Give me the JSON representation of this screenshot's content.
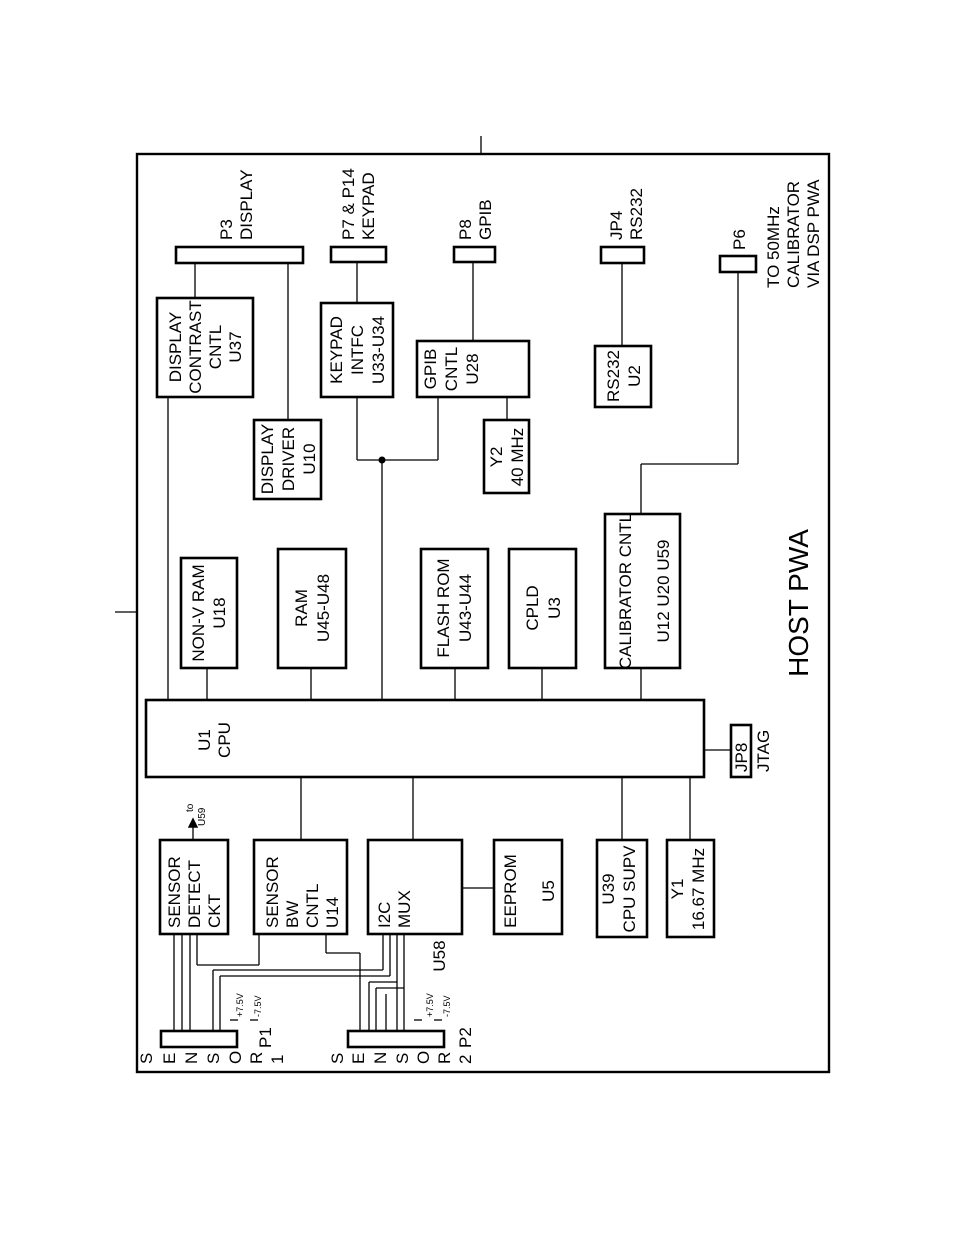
{
  "title": "HOST PWA",
  "blocks": {
    "cpu": [
      "U1",
      "CPU"
    ],
    "nonv_ram": [
      "NON-V RAM",
      "U18"
    ],
    "ram": [
      "RAM",
      "U45-U48"
    ],
    "flash_rom": [
      "FLASH ROM",
      "U43-U44"
    ],
    "cpld": [
      "CPLD",
      "U3"
    ],
    "calibrator_cntl": [
      "CALIBRATOR CNTL",
      "U12 U20 U59"
    ],
    "display_contrast": [
      "DISPLAY",
      "CONTRAST",
      "CNTL",
      "U37"
    ],
    "display_driver": [
      "DISPLAY",
      "DRIVER",
      "U10"
    ],
    "keypad_intfc": [
      "KEYPAD",
      "INTFC",
      "U33-U34"
    ],
    "gpib_cntl": [
      "GPIB",
      "CNTL",
      "U28"
    ],
    "y2": [
      "Y2",
      "40 MHz"
    ],
    "rs232": [
      "RS232",
      "U2"
    ],
    "sensor_detect": [
      "SENSOR",
      "DETECT",
      "CKT"
    ],
    "sensor_bw": [
      "SENSOR",
      "BW",
      "CNTL",
      "U14"
    ],
    "i2c_mux": [
      "I2C",
      "MUX",
      "U58"
    ],
    "eeprom": [
      "EEPROM",
      "U5"
    ],
    "u39": [
      "U39",
      "CPU SUPV"
    ],
    "y1": [
      "Y1",
      "16.67 MHz"
    ]
  },
  "connectors": {
    "p3": [
      "P3",
      "DISPLAY"
    ],
    "p7": [
      "P7 & P14",
      "KEYPAD"
    ],
    "p8": [
      "P8",
      "GPIB"
    ],
    "jp4": [
      "JP4",
      "RS232"
    ],
    "p6": "P6",
    "p6_note": [
      "TO 50MHz",
      "CALIBRATOR",
      "VIA DSP PWA"
    ],
    "jp8": "JP8",
    "jtag": "JTAG",
    "p1": "P1",
    "p2": "P2",
    "to_u59": [
      "to",
      "U59"
    ],
    "plus_v": "+7.5V",
    "minus_v": "-7.5V"
  },
  "sensor1_letters": [
    "S",
    "E",
    "N",
    "S",
    "O",
    "R",
    "1"
  ],
  "sensor2_letters": [
    "S",
    "E",
    "N",
    "S",
    "O",
    "R",
    "2"
  ]
}
